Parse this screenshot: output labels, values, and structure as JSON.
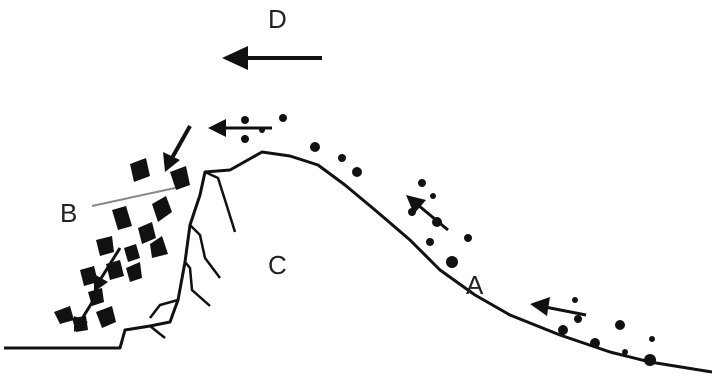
{
  "labels": {
    "a": "A",
    "b": "B",
    "c": "C",
    "d": "D"
  },
  "colors": {
    "ink": "#111111",
    "label": "#222222",
    "leader": "#888888",
    "background": "#ffffff"
  }
}
